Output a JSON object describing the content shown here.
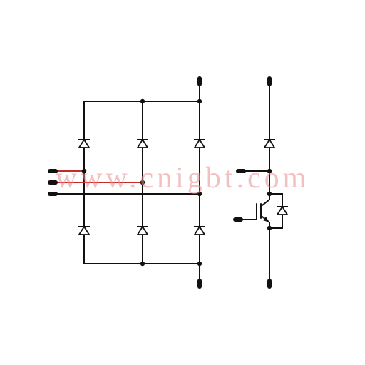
{
  "watermark": "www.cnigbt.com",
  "colors": {
    "line": "#111111",
    "highlight": "#c42a2a",
    "watermark": "#e88c8c",
    "background": "#ffffff"
  },
  "circuits": [
    {
      "name": "three-phase-diode-bridge",
      "diodes": 6,
      "ac_inputs": 3,
      "dc_terminals": 2
    },
    {
      "name": "brake-chopper",
      "components": [
        "diode",
        "igbt",
        "freewheeling-diode"
      ],
      "terminals": 4
    }
  ]
}
